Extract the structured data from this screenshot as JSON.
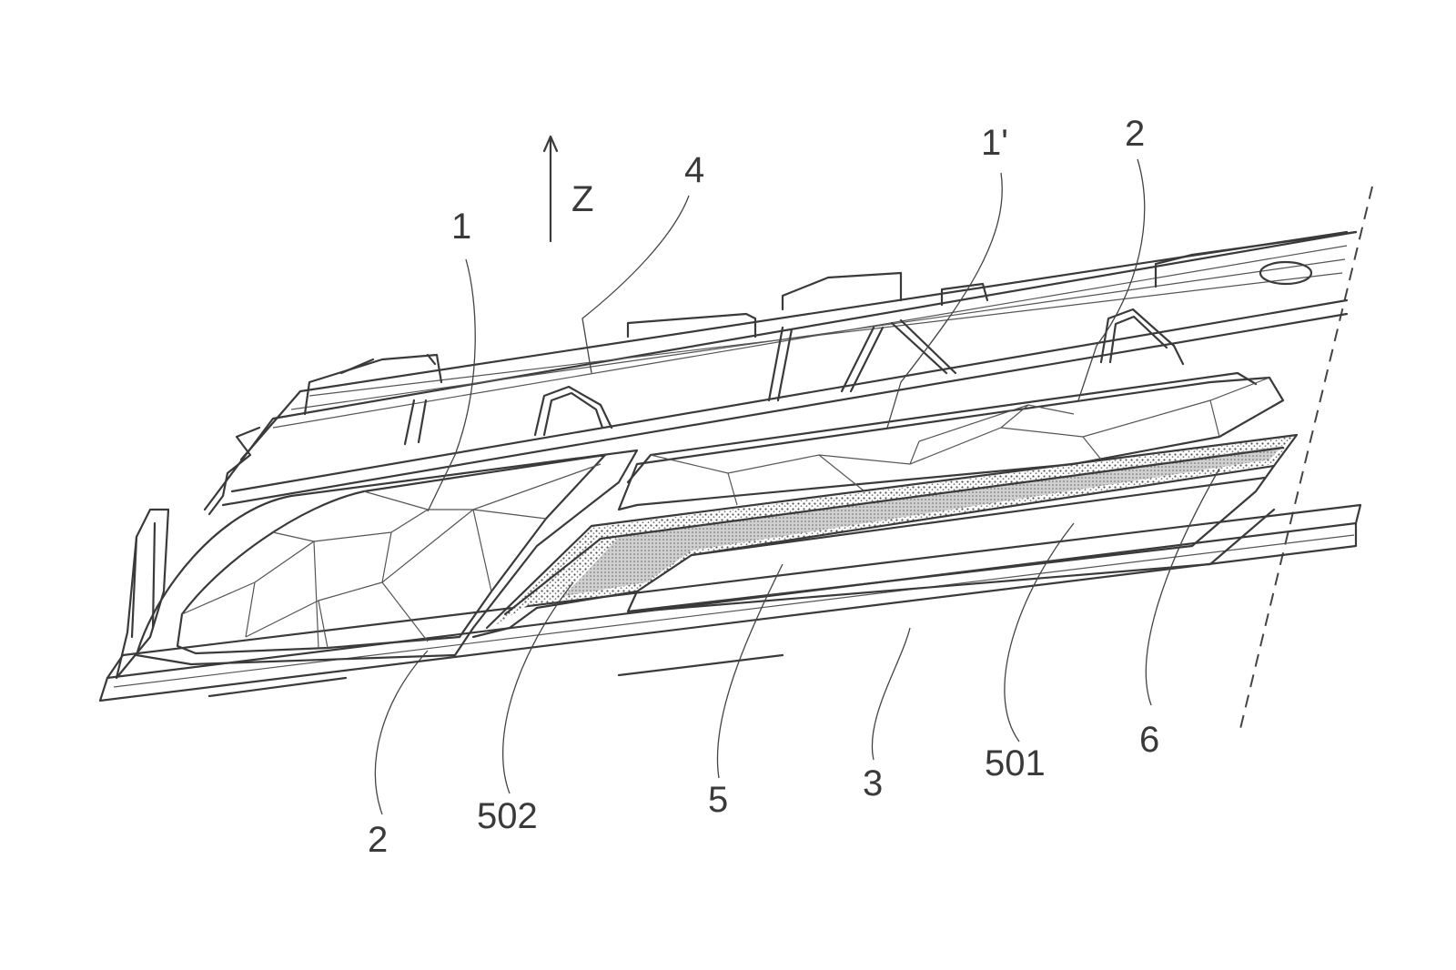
{
  "axis": {
    "label": "Z"
  },
  "labels": {
    "l1": "1",
    "l1p": "1'",
    "l2a": "2",
    "l2b": "2",
    "l3": "3",
    "l4": "4",
    "l5": "5",
    "l6": "6",
    "l501": "501",
    "l502": "502"
  },
  "colors": {
    "line": "#3a3a3a",
    "background": "#ffffff",
    "stipple": "#8a8a8a"
  }
}
